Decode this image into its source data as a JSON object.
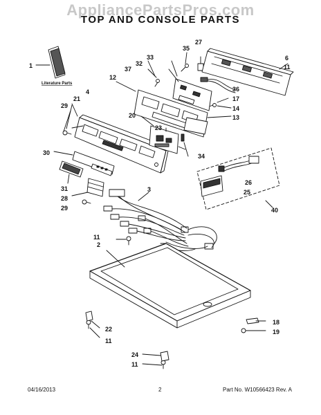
{
  "watermark": "AppliancePartsPros.com",
  "title": "TOP AND CONSOLE PARTS",
  "literature_label": "Literature Parts",
  "callouts": [
    "1",
    "2",
    "3",
    "4",
    "6",
    "11",
    "11",
    "11",
    "11",
    "12",
    "13",
    "14",
    "17",
    "18",
    "19",
    "20",
    "21",
    "22",
    "23",
    "24",
    "25",
    "26",
    "27",
    "28",
    "29",
    "29",
    "30",
    "31",
    "32",
    "33",
    "34",
    "35",
    "36",
    "37",
    "40"
  ],
  "footer": {
    "date": "04/16/2013",
    "page": "2",
    "part_number": "Part No.  W10566423  Rev. A"
  }
}
